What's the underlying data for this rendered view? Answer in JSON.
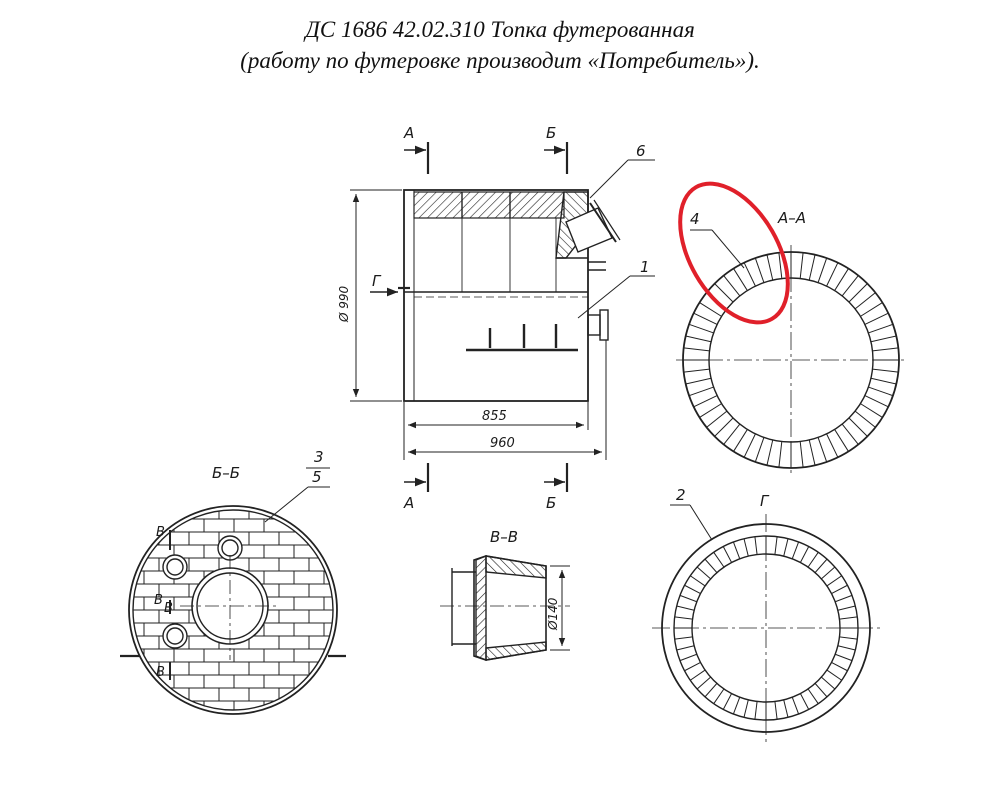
{
  "title": {
    "line1": "ДС 1686 42.02.310 Топка футерованная",
    "line2": "(работу по футеровке производит «Потребитель»)."
  },
  "labels": {
    "section_a": "А",
    "section_b": "Б",
    "section_g": "Г",
    "section_v": "В",
    "view_aa": "А–А",
    "view_bb": "Б–Б",
    "view_vv": "В–В",
    "view_g": "Г",
    "pos1": "1",
    "pos2": "2",
    "pos3": "3",
    "pos4": "4",
    "pos5": "5",
    "pos6": "6"
  },
  "dimensions": {
    "diameter": "Ø 990",
    "width_inner": "855",
    "width_outer": "960",
    "nozzle_diameter": "Ø140"
  },
  "highlight_color": "#e0202a"
}
